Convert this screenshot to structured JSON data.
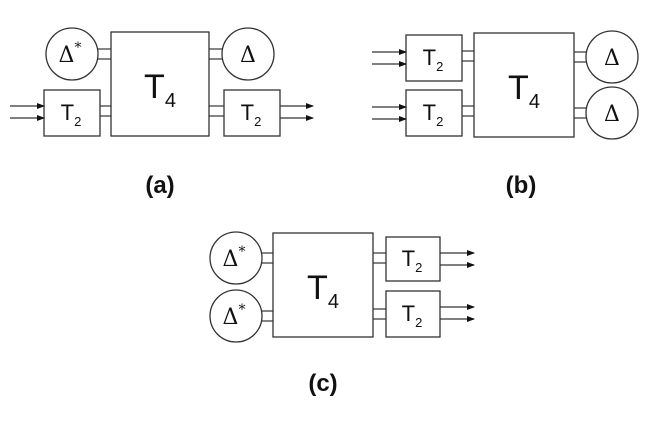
{
  "diagrams": {
    "a": {
      "caption": "(a)",
      "t4": {
        "main": "T",
        "sub": "4"
      },
      "t2_left": {
        "main": "T",
        "sub": "2"
      },
      "t2_right": {
        "main": "T",
        "sub": "2"
      },
      "delta_star": {
        "symbol": "Δ",
        "star": "*"
      },
      "delta": {
        "symbol": "Δ"
      }
    },
    "b": {
      "caption": "(b)",
      "t4": {
        "main": "T",
        "sub": "4"
      },
      "t2_top": {
        "main": "T",
        "sub": "2"
      },
      "t2_bottom": {
        "main": "T",
        "sub": "2"
      },
      "delta_top": {
        "symbol": "Δ"
      },
      "delta_bottom": {
        "symbol": "Δ"
      }
    },
    "c": {
      "caption": "(c)",
      "t4": {
        "main": "T",
        "sub": "4"
      },
      "t2_top": {
        "main": "T",
        "sub": "2"
      },
      "t2_bottom": {
        "main": "T",
        "sub": "2"
      },
      "delta_star_top": {
        "symbol": "Δ",
        "star": "*"
      },
      "delta_star_bottom": {
        "symbol": "Δ",
        "star": "*"
      }
    }
  }
}
